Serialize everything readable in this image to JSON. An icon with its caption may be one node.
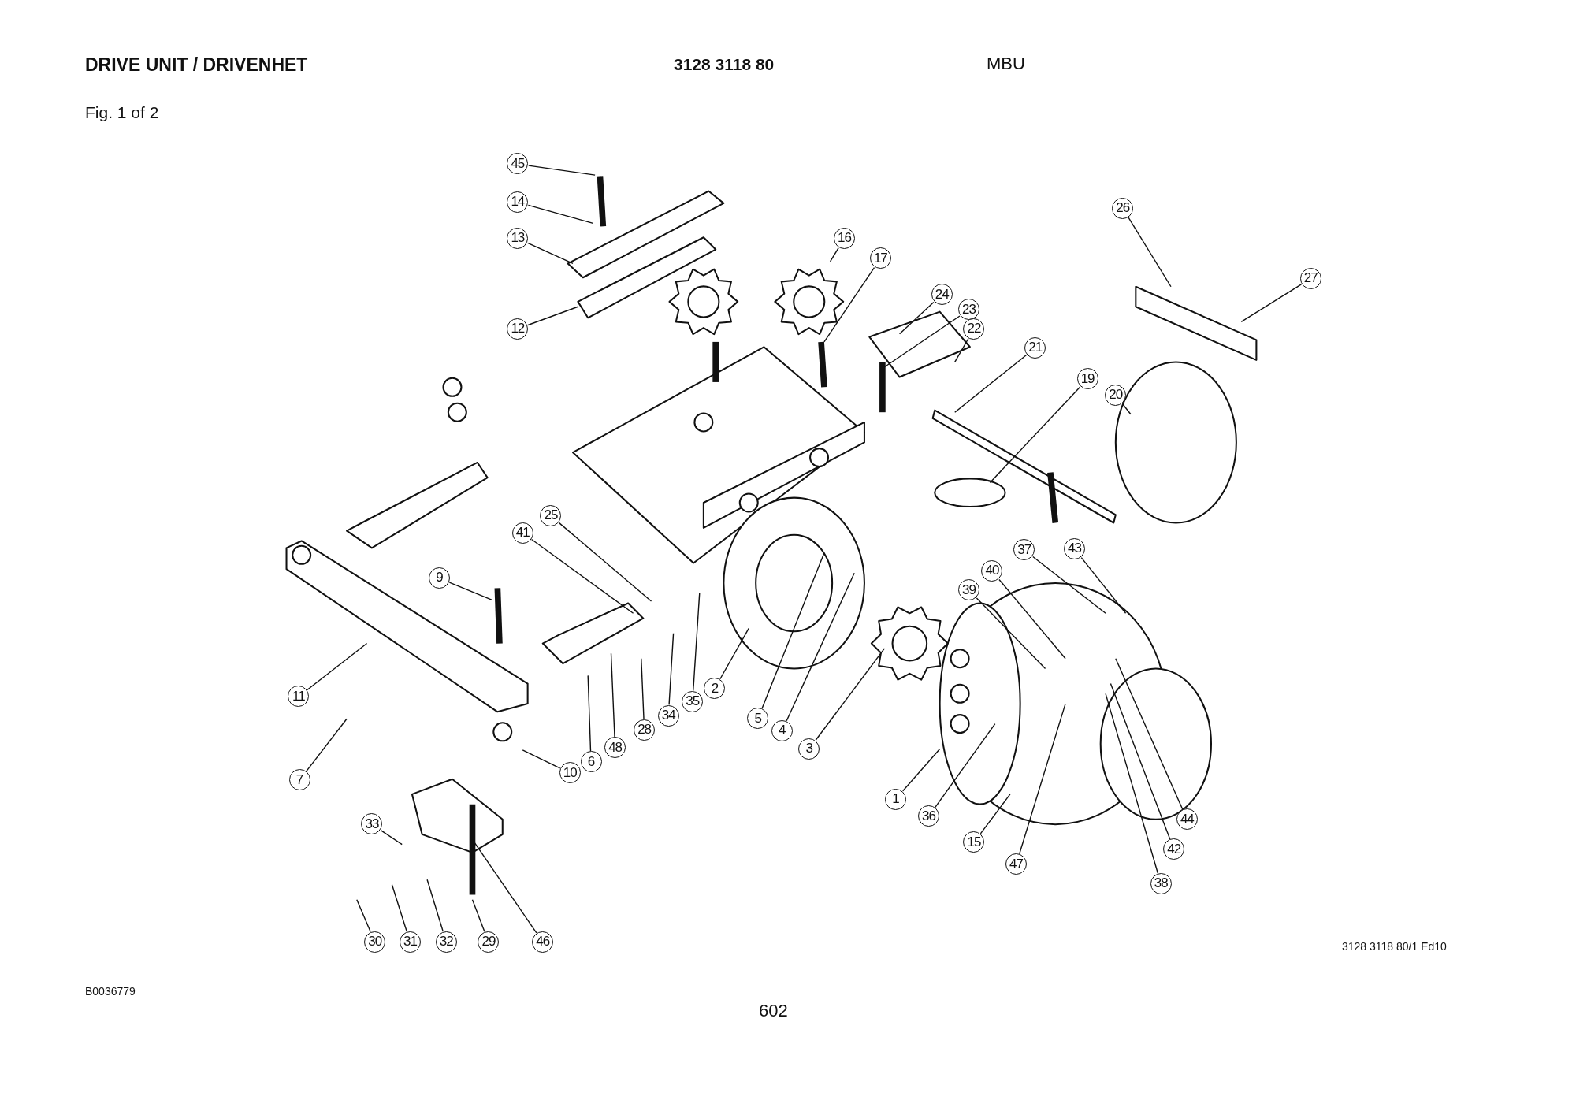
{
  "diagram": {
    "title": "DRIVE UNIT / DRIVENHET",
    "nodes": [
      {
        "text": [
          "45"
        ]
      },
      {
        "text": [
          "14"
        ]
      },
      {
        "text": [
          "13"
        ]
      },
      {
        "text": [
          "12"
        ]
      },
      {
        "text": [
          "16"
        ]
      },
      {
        "text": [
          "17"
        ]
      },
      {
        "text": [
          "24"
        ]
      },
      {
        "text": [
          "23"
        ]
      },
      {
        "text": [
          "22"
        ]
      },
      {
        "text": [
          "21"
        ]
      },
      {
        "text": [
          "19"
        ]
      },
      {
        "text": [
          "20"
        ]
      },
      {
        "text": [
          "26"
        ]
      },
      {
        "text": [
          "27"
        ]
      },
      {
        "text": [
          "9"
        ]
      },
      {
        "text": [
          "41"
        ]
      },
      {
        "text": [
          "25"
        ]
      },
      {
        "text": [
          "11"
        ]
      },
      {
        "text": [
          "7"
        ]
      },
      {
        "text": [
          "10"
        ]
      },
      {
        "text": [
          "6"
        ]
      },
      {
        "text": [
          "48"
        ]
      },
      {
        "text": [
          "28"
        ]
      },
      {
        "text": [
          "34"
        ]
      },
      {
        "text": [
          "35"
        ]
      },
      {
        "text": [
          "2"
        ]
      },
      {
        "text": [
          "5"
        ]
      },
      {
        "text": [
          "4"
        ]
      },
      {
        "text": [
          "3"
        ]
      },
      {
        "text": [
          "1"
        ]
      },
      {
        "text": [
          "36"
        ]
      },
      {
        "text": [
          "15"
        ]
      },
      {
        "text": [
          "47"
        ]
      },
      {
        "text": [
          "38"
        ]
      },
      {
        "text": [
          "42"
        ]
      },
      {
        "text": [
          "44"
        ]
      },
      {
        "text": [
          "39"
        ]
      },
      {
        "text": [
          "40"
        ]
      },
      {
        "text": [
          "37"
        ]
      },
      {
        "text": [
          "43"
        ]
      },
      {
        "text": [
          "33"
        ]
      },
      {
        "text": [
          "30"
        ]
      },
      {
        "text": [
          "31"
        ]
      },
      {
        "text": [
          "32"
        ]
      },
      {
        "text": [
          "29"
        ]
      },
      {
        "text": [
          "46"
        ]
      }
    ],
    "edges": [
      {
        "from": 0,
        "to": null,
        "arrow": "none"
      },
      {
        "from": 1,
        "to": null,
        "arrow": "none"
      },
      {
        "from": 2,
        "to": null,
        "arrow": "none"
      },
      {
        "from": 3,
        "to": null,
        "arrow": "none"
      },
      {
        "from": 4,
        "to": null,
        "arrow": "none"
      },
      {
        "from": 5,
        "to": null,
        "arrow": "none"
      },
      {
        "from": 6,
        "to": null,
        "arrow": "none"
      },
      {
        "from": 7,
        "to": null,
        "arrow": "none"
      },
      {
        "from": 8,
        "to": null,
        "arrow": "none"
      },
      {
        "from": 9,
        "to": null,
        "arrow": "none"
      },
      {
        "from": 10,
        "to": null,
        "arrow": "none"
      },
      {
        "from": 11,
        "to": null,
        "arrow": "none"
      },
      {
        "from": 12,
        "to": null,
        "arrow": "none"
      },
      {
        "from": 13,
        "to": null,
        "arrow": "none"
      },
      {
        "from": 14,
        "to": null,
        "arrow": "none"
      },
      {
        "from": 15,
        "to": null,
        "arrow": "none"
      },
      {
        "from": 16,
        "to": null,
        "arrow": "none"
      },
      {
        "from": 17,
        "to": null,
        "arrow": "none"
      },
      {
        "from": 18,
        "to": null,
        "arrow": "none"
      },
      {
        "from": 19,
        "to": null,
        "arrow": "none"
      },
      {
        "from": 20,
        "to": null,
        "arrow": "none"
      },
      {
        "from": 21,
        "to": null,
        "arrow": "none"
      },
      {
        "from": 22,
        "to": null,
        "arrow": "none"
      },
      {
        "from": 23,
        "to": null,
        "arrow": "none"
      },
      {
        "from": 24,
        "to": null,
        "arrow": "none"
      },
      {
        "from": 25,
        "to": null,
        "arrow": "none"
      },
      {
        "from": 26,
        "to": null,
        "arrow": "none"
      },
      {
        "from": 27,
        "to": null,
        "arrow": "none"
      },
      {
        "from": 28,
        "to": null,
        "arrow": "none"
      },
      {
        "from": 29,
        "to": null,
        "arrow": "none"
      },
      {
        "from": 30,
        "to": null,
        "arrow": "none"
      },
      {
        "from": 31,
        "to": null,
        "arrow": "none"
      },
      {
        "from": 32,
        "to": null,
        "arrow": "none"
      },
      {
        "from": 33,
        "to": null,
        "arrow": "none"
      },
      {
        "from": 34,
        "to": null,
        "arrow": "none"
      },
      {
        "from": 35,
        "to": null,
        "arrow": "none"
      },
      {
        "from": 36,
        "to": null,
        "arrow": "none"
      },
      {
        "from": 37,
        "to": null,
        "arrow": "none"
      },
      {
        "from": 38,
        "to": null,
        "arrow": "none"
      },
      {
        "from": 39,
        "to": null,
        "arrow": "none"
      },
      {
        "from": 40,
        "to": null,
        "arrow": "none"
      },
      {
        "from": 41,
        "to": null,
        "arrow": "none"
      },
      {
        "from": 42,
        "to": null,
        "arrow": "none"
      },
      {
        "from": 43,
        "to": null,
        "arrow": "none"
      },
      {
        "from": 44,
        "to": null,
        "arrow": "none"
      },
      {
        "from": 45,
        "to": null,
        "arrow": "none"
      }
    ],
    "labels": [
      "3128 3118 80",
      "MBU",
      "Fig. 1 of 2",
      "3128 3118 80/1 Ed10",
      "B0036779",
      "602"
    ]
  }
}
